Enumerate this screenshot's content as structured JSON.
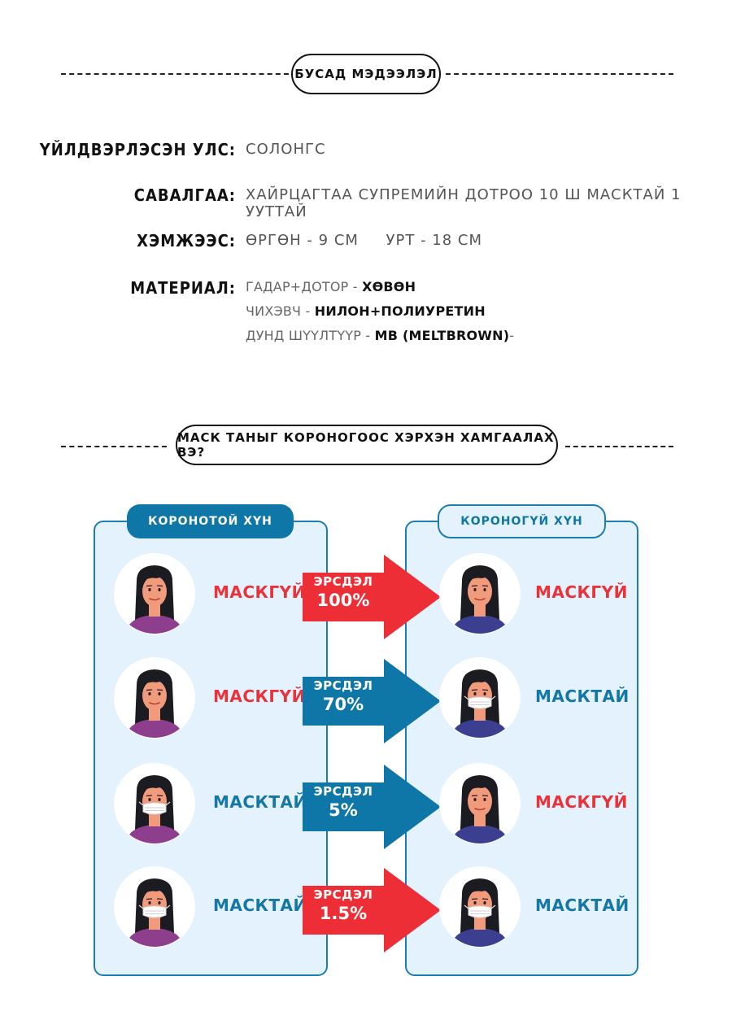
{
  "section1": {
    "title": "БУСАД МЭДЭЭЛЭЛ",
    "rows": [
      {
        "label": "ҮЙЛДВЭРЛЭСЭН УЛС:",
        "value": "СОЛОНГС"
      },
      {
        "label": "САВАЛГАА:",
        "value": "ХАЙРЦАГТАА СУПРЕМИЙН ДОТРОО 10 Ш МАСКТАЙ 1 УУТТАЙ"
      },
      {
        "label": "ХЭМЖЭЭС:",
        "value": "ӨРГӨН - 9 СМ     УРТ - 18 СМ"
      }
    ],
    "material": {
      "label": "МАТЕРИАЛ:",
      "lines": [
        {
          "prefix": "ГАДАР+ДОТОР - ",
          "bold": "ХӨВӨН",
          "suffix": ""
        },
        {
          "prefix": "ЧИХЭВЧ - ",
          "bold": "НИЛОН+ПОЛИУРЕТИН",
          "suffix": ""
        },
        {
          "prefix": "ДУНД ШҮҮЛТҮҮР - ",
          "bold": "MB (MELTBROWN)",
          "suffix": "-"
        }
      ]
    }
  },
  "section2": {
    "title": "МАСК ТАНЫГ КОРОНОГООС ХЭРХЭН ХАМГААЛАХ ВЭ?",
    "left_tab": "КОРОНОТОЙ ХҮН",
    "right_tab": "КОРОНОГҮЙ ХҮН",
    "rows": [
      {
        "left": "МАСКГҮЙ",
        "left_mask": false,
        "risk_label": "ЭРСДЭЛ",
        "risk": "100%",
        "risk_color": "#ee2e36",
        "right": "МАСКГҮЙ",
        "right_mask": false
      },
      {
        "left": "МАСКГҮЙ",
        "left_mask": false,
        "risk_label": "ЭРСДЭЛ",
        "risk": "70%",
        "risk_color": "#0f76a8",
        "right": "МАСКТАЙ",
        "right_mask": true
      },
      {
        "left": "МАСКТАЙ",
        "left_mask": true,
        "risk_label": "ЭРСДЭЛ",
        "risk": "5%",
        "risk_color": "#0f76a8",
        "right": "МАСКГҮЙ",
        "right_mask": false
      },
      {
        "left": "МАСКТАЙ",
        "left_mask": true,
        "risk_label": "ЭРСДЭЛ",
        "risk": "1.5%",
        "risk_color": "#ee2e36",
        "right": "МАСКТАЙ",
        "right_mask": true
      }
    ],
    "colors": {
      "no_mask": "#e8333a",
      "mask": "#1477a8",
      "left_shirt": "#8d3f8e",
      "right_shirt": "#3c3f8f",
      "skin": "#f19a7c",
      "hair": "#1b1b22"
    }
  }
}
